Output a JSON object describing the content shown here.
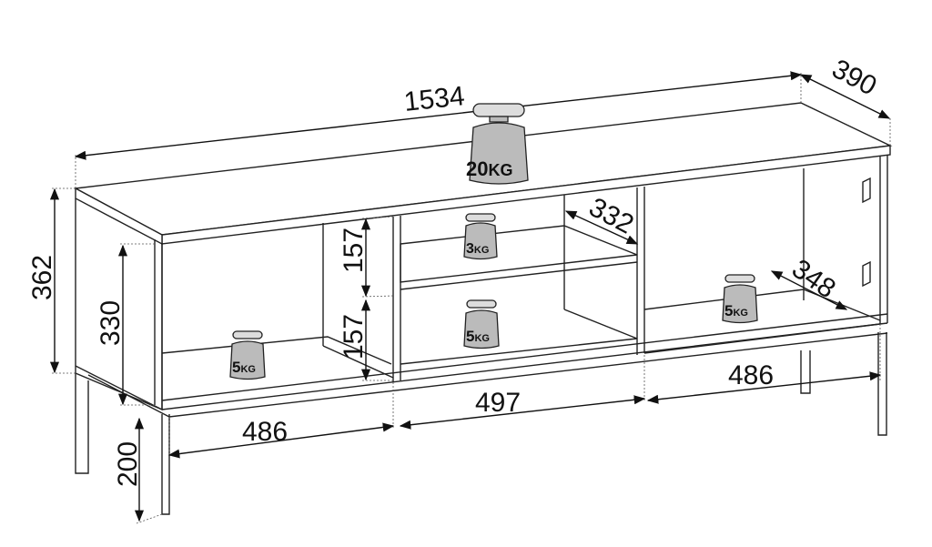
{
  "dimensions": {
    "width_total": "1534",
    "depth_total": "390",
    "height_total": "362",
    "inner_height": "330",
    "leg_height": "200",
    "middle_upper_height": "157",
    "middle_lower_height": "157",
    "middle_shelf_depth": "332",
    "right_inner_depth": "348",
    "left_width": "486",
    "middle_width": "497",
    "right_width": "486"
  },
  "loads": {
    "top": {
      "value": "20",
      "unit": "KG"
    },
    "middle_shelf": {
      "value": "3",
      "unit": "KG"
    },
    "middle_bottom": {
      "value": "5",
      "unit": "KG"
    },
    "left_bottom": {
      "value": "5",
      "unit": "KG"
    },
    "right_bottom": {
      "value": "5",
      "unit": "KG"
    }
  }
}
